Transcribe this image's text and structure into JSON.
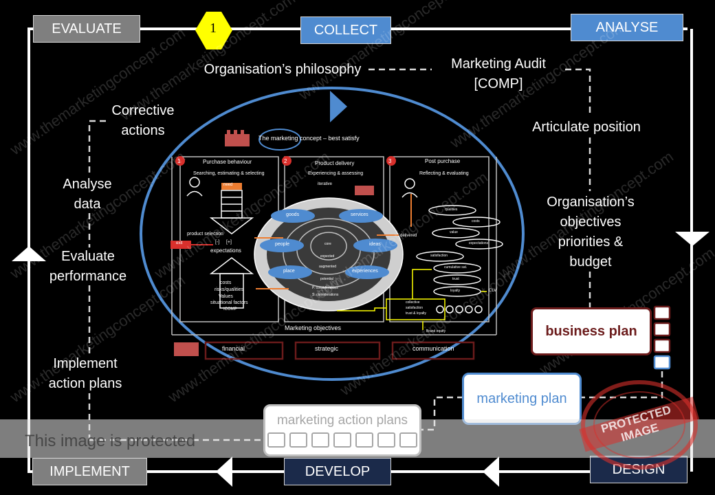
{
  "corners": {
    "evaluate": "EVALUATE",
    "collect": "COLLECT",
    "analyse": "ANALYSE",
    "implement": "IMPLEMENT",
    "develop": "DEVELOP",
    "design": "DESIGN"
  },
  "step_marker": "1",
  "labels": {
    "philosophy": "Organisation’s philosophy",
    "audit_line1": "Marketing Audit",
    "audit_line2": "[COMP]",
    "articulate": "Articulate position",
    "objectives_l1": "Organisation’s",
    "objectives_l2": "objectives",
    "objectives_l3": "priorities &",
    "objectives_l4": "budget",
    "corrective_l1": "Corrective",
    "corrective_l2": "actions",
    "analyse_l1": "Analyse",
    "analyse_l2": "data",
    "evaluate_l1": "Evaluate",
    "evaluate_l2": "performance",
    "implement_l1": "Implement",
    "implement_l2": "action plans"
  },
  "boxes": {
    "business_plan": "business plan",
    "marketing_plan": "marketing plan",
    "marketing_action_plans": "marketing action plans"
  },
  "inner_diagram": {
    "title": "The marketing concept – best satisfy",
    "sections": [
      {
        "num": "1",
        "title": "Purchase behaviour",
        "sub": "Searching, estimating & selecting"
      },
      {
        "num": "2",
        "title": "Product delivery",
        "sub": "Experiencing & assessing"
      },
      {
        "num": "3",
        "title": "Post purchase",
        "sub": "Reflecting & evaluating"
      }
    ],
    "left_terms": {
      "need": "need",
      "product_selection": "product selection",
      "exit": "exit",
      "minus_plus": "[-]     [+]",
      "expectations": "expectations",
      "costs": "costs",
      "risks": "risks/qualities",
      "values": "Values",
      "situational": "situational factors",
      "icomp": "ICOMP"
    },
    "middle_terms": {
      "iterative": "iterative",
      "delivered": "delivered",
      "core": "core",
      "expected": "expected",
      "augmented": "augmented",
      "potential": "potential",
      "p_considerations": "P. considerations",
      "s_considerations": "S. considerations"
    },
    "petals": [
      "goods",
      "services",
      "people",
      "ideas",
      "place",
      "experiences"
    ],
    "right_ovals": [
      "qualities",
      "costs",
      "value",
      "expectations",
      "satisfaction",
      "cumulative sat.",
      "trust",
      "loyalty"
    ],
    "clv": "CLV",
    "collective_l1": "collective",
    "collective_l2": "satisfaction",
    "collective_l3": "trust & loyalty",
    "brand_equity": "Brand equity",
    "objectives_label": "Marketing objectives",
    "objective_boxes": [
      "financial",
      "strategic",
      "communication"
    ]
  },
  "watermark": "www.themarketingconcept.com",
  "protection": {
    "banner": "This image is protected",
    "stamp": "PROTECTED IMAGE"
  },
  "colors": {
    "blue": "#4f8bd0",
    "maroon": "#6b1b1b",
    "gray": "#7f7f7f",
    "navy": "#1b2a4a",
    "yellow": "#ffff00",
    "orange": "#ed7d31",
    "red": "#d9302c"
  }
}
